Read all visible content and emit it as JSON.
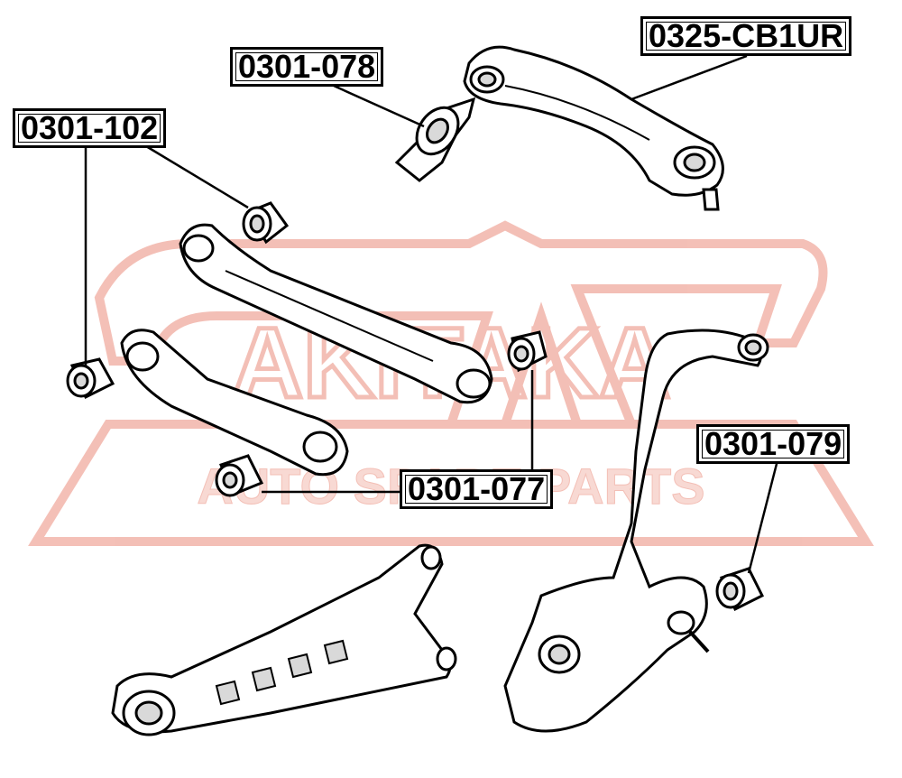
{
  "watermark": {
    "brand": "AKITAKA",
    "tagline": "AUTO SPARE PARTS",
    "color": "#f2b5aa"
  },
  "part_labels": {
    "control_arm_upper_right": "0325-CB1UR",
    "bushing_078": "0301-078",
    "bushing_102": "0301-102",
    "bushing_077": "0301-077",
    "bushing_079": "0301-079"
  },
  "colors": {
    "line": "#000000",
    "fill": "#ffffff",
    "shade": "#d9d9d9"
  }
}
